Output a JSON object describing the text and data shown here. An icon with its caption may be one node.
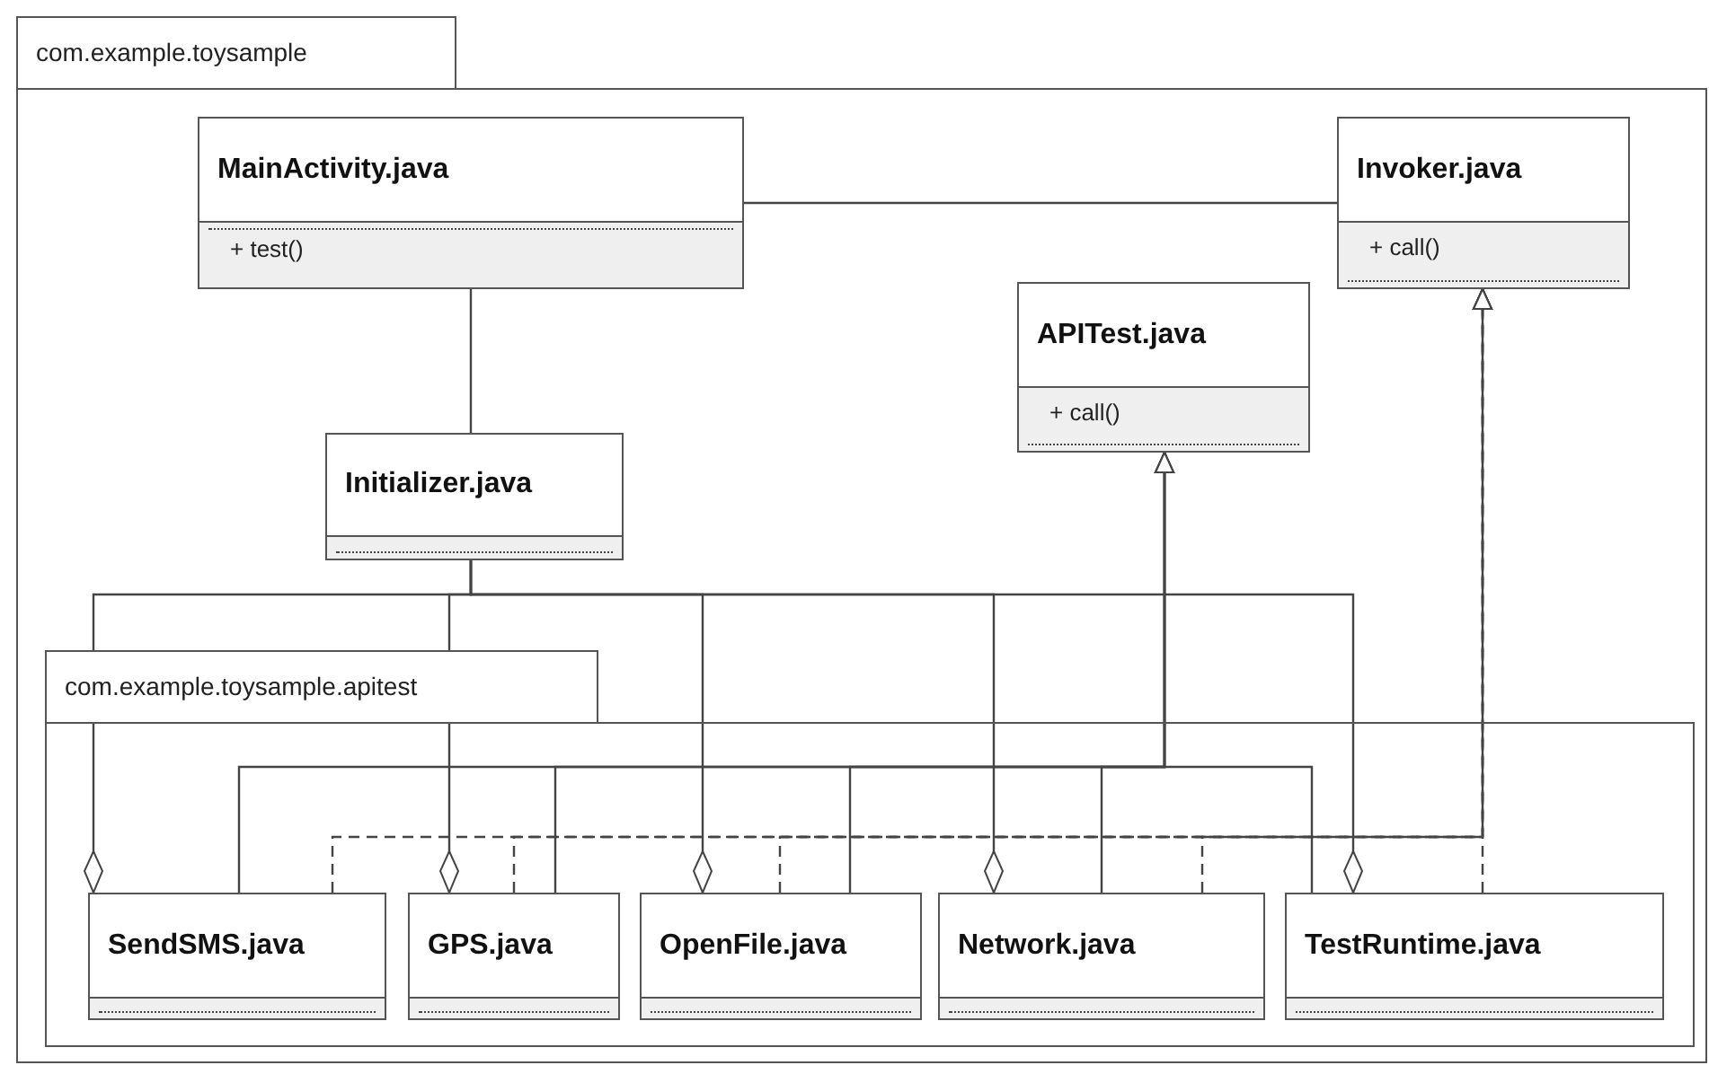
{
  "diagram": {
    "nodes": [
      {
        "text": [
          "com.example.toysample"
        ]
      },
      {
        "text": [
          "MainActivity.java",
          "+ test()"
        ],
        "in": 0
      },
      {
        "text": [
          "Invoker.java",
          "+ call()"
        ],
        "in": 0
      },
      {
        "text": [
          "APITest.java",
          "+ call()"
        ],
        "in": 0
      },
      {
        "text": [
          "Initializer.java"
        ],
        "in": 0
      },
      {
        "text": [
          "com.example.toysample.apitest"
        ],
        "in": 0
      },
      {
        "text": [
          "SendSMS.java"
        ],
        "in": 5
      },
      {
        "text": [
          "GPS.java"
        ],
        "in": 5
      },
      {
        "text": [
          "OpenFile.java"
        ],
        "in": 5
      },
      {
        "text": [
          "Network.java"
        ],
        "in": 5
      },
      {
        "text": [
          "TestRuntime.java"
        ],
        "in": 5
      }
    ],
    "edges": [
      {
        "from": 1,
        "to": 2,
        "arrow": "none"
      },
      {
        "from": 1,
        "to": 4,
        "arrow": "none"
      },
      {
        "from": 4,
        "to": 6,
        "arrow": "other"
      },
      {
        "from": 4,
        "to": 7,
        "arrow": "other"
      },
      {
        "from": 4,
        "to": 8,
        "arrow": "other"
      },
      {
        "from": 4,
        "to": 9,
        "arrow": "other"
      },
      {
        "from": 4,
        "to": 10,
        "arrow": "other"
      },
      {
        "from": 6,
        "to": 3,
        "arrow": "to"
      },
      {
        "from": 7,
        "to": 3,
        "arrow": "to"
      },
      {
        "from": 8,
        "to": 3,
        "arrow": "to"
      },
      {
        "from": 9,
        "to": 3,
        "arrow": "to"
      },
      {
        "from": 10,
        "to": 3,
        "arrow": "to"
      },
      {
        "from": 6,
        "to": 2,
        "arrow": "to",
        "style": "dashed"
      },
      {
        "from": 7,
        "to": 2,
        "arrow": "to",
        "style": "dashed"
      },
      {
        "from": 8,
        "to": 2,
        "arrow": "to",
        "style": "dashed"
      },
      {
        "from": 9,
        "to": 2,
        "arrow": "to",
        "style": "dashed"
      },
      {
        "from": 10,
        "to": 2,
        "arrow": "to",
        "style": "dashed"
      }
    ]
  }
}
